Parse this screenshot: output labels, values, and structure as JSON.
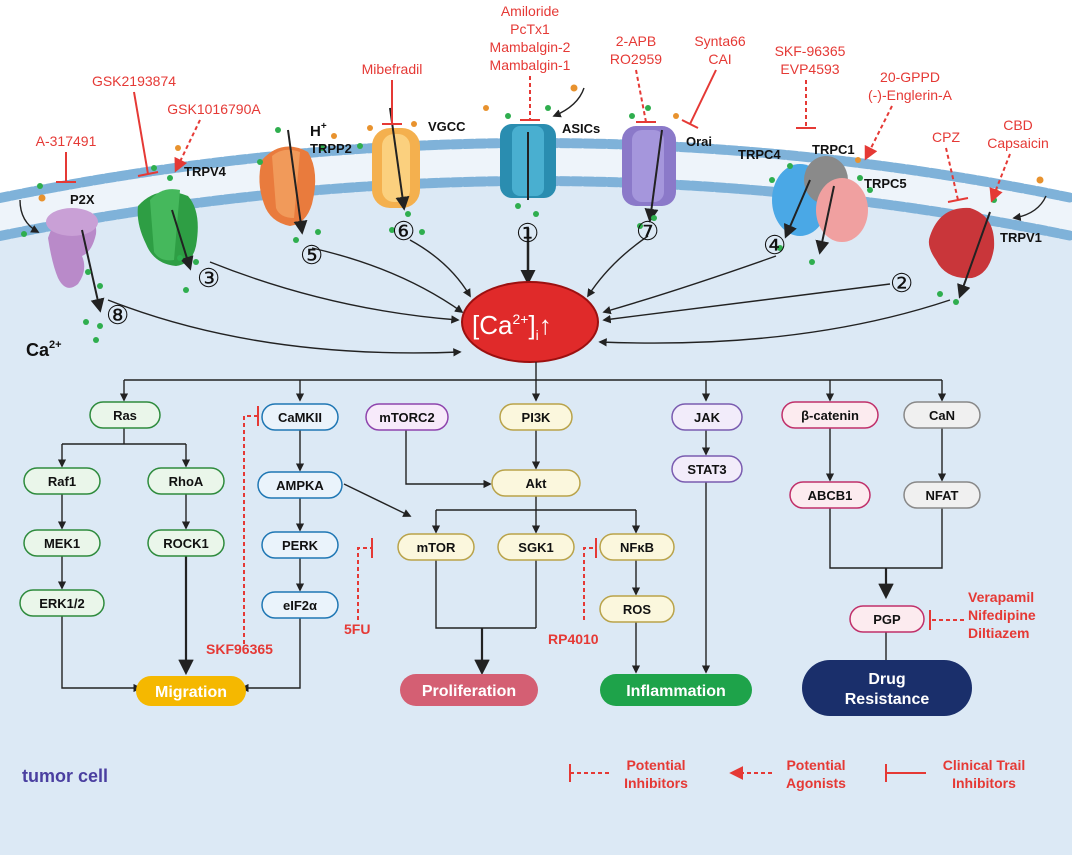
{
  "channels": {
    "p2x": "P2X",
    "trpv4": "TRPV4",
    "trpp2": "TRPP2",
    "hplus": "H",
    "hplus_sup": "+",
    "vgcc": "VGCC",
    "asics": "ASICs",
    "orai": "Orai",
    "trpc4": "TRPC4",
    "trpc1": "TRPC1",
    "trpc5": "TRPC5",
    "trpv1": "TRPV1"
  },
  "drugs": {
    "a317491": "A-317491",
    "gsk2193874": "GSK2193874",
    "gsk1016790a": "GSK1016790A",
    "mibefradil": "Mibefradil",
    "amiloride": "Amiloride",
    "pctx1": "PcTx1",
    "mambalgin2": "Mambalgin-2",
    "mambalgin1": "Mambalgin-1",
    "apb2": "2-APB",
    "ro2959": "RO2959",
    "synta66": "Synta66",
    "cai": "CAI",
    "skf96365_top": "SKF-96365",
    "evp4593": "EVP4593",
    "gppd": "20-GPPD",
    "englerin": "(-)-Englerin-A",
    "cpz": "CPZ",
    "cbd": "CBD",
    "capsaicin": "Capsaicin",
    "skf96365": "SKF96365",
    "fu5": "5FU",
    "rp4010": "RP4010",
    "verapamil": "Verapamil",
    "nifedipine": "Nifedipine",
    "diltiazem": "Diltiazem"
  },
  "circles": {
    "c1": "①",
    "c2": "②",
    "c3": "③",
    "c4": "④",
    "c5": "⑤",
    "c6": "⑥",
    "c7": "⑦",
    "c8": "⑧"
  },
  "ca_label": "Ca",
  "ca_sup": "2+",
  "center": {
    "left": "[Ca",
    "sup": "2+",
    "close": "]",
    "sub": "i",
    "arrow": "↑"
  },
  "nodes": {
    "ras": "Ras",
    "raf1": "Raf1",
    "rhoa": "RhoA",
    "mek1": "MEK1",
    "rock1": "ROCK1",
    "erk": "ERK1/2",
    "camkii": "CaMKII",
    "ampka": "AMPKA",
    "perk": "PERK",
    "eif2a": "eIF2α",
    "mtorc2": "mTORC2",
    "pi3k": "PI3K",
    "akt": "Akt",
    "mtor": "mTOR",
    "sgk1": "SGK1",
    "nfkb": "NFκB",
    "ros": "ROS",
    "jak": "JAK",
    "stat3": "STAT3",
    "bcatenin": "β-catenin",
    "abcb1": "ABCB1",
    "can": "CaN",
    "nfat": "NFAT",
    "pgp": "PGP"
  },
  "outcomes": {
    "migration": "Migration",
    "proliferation": "Proliferation",
    "inflammation": "Inflammation",
    "drug_resistance_1": "Drug",
    "drug_resistance_2": "Resistance"
  },
  "cell_label": "tumor cell",
  "legend": {
    "potential_inhibitors_1": "Potential",
    "potential_inhibitors_2": "Inhibitors",
    "potential_agonists_1": "Potential",
    "potential_agonists_2": "Agonists",
    "clinical_1": "Clinical Trail",
    "clinical_2": "Inhibitors"
  },
  "colors": {
    "inhibitor_red": "#e53935",
    "cell_interior": "#dce9f5",
    "membrane_head": "#7fb2d9",
    "calcium_center": "#e02a2a",
    "drug_resistance": "#1a2f6b",
    "migration": "#f5b800",
    "proliferation": "#d45f73",
    "inflammation": "#1ea34a",
    "green_node_border": "#2e8b3d",
    "blue_node_border": "#1f77b4",
    "yellow_node_border": "#b9a34a",
    "purple_node_border": "#8e44ad",
    "pink_node_border": "#c0306a"
  }
}
